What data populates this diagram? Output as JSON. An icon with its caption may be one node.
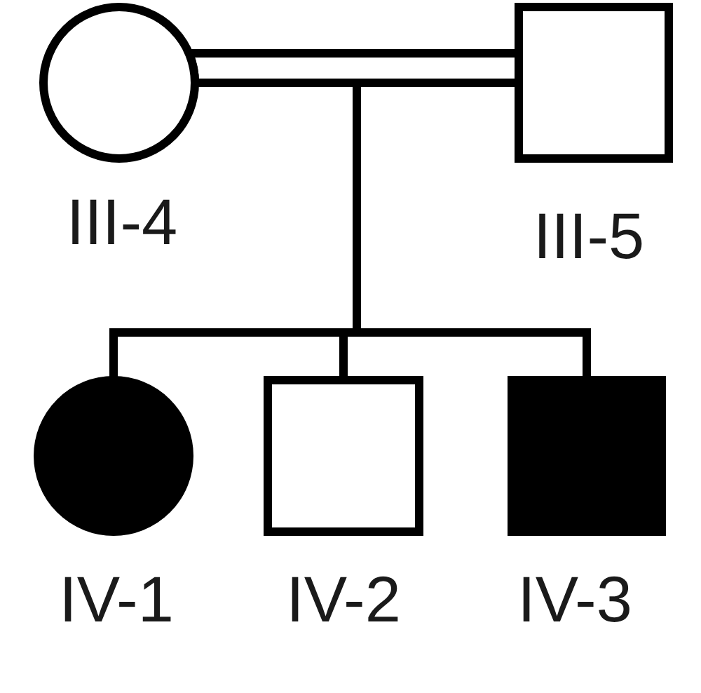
{
  "diagram": {
    "nodes": [
      {
        "text": [],
        "shape": "circle",
        "beside": [
          "III-4"
        ]
      },
      {
        "text": [],
        "shape": "square",
        "beside": [
          "III-5"
        ]
      },
      {
        "text": [],
        "shape": "circle",
        "beside": [
          "IV-1"
        ]
      },
      {
        "text": [],
        "shape": "square",
        "beside": [
          "IV-2"
        ]
      },
      {
        "text": [],
        "shape": "square",
        "beside": [
          "IV-3"
        ]
      }
    ],
    "edges": [
      {
        "from": 0,
        "to": 1,
        "arrow": "none"
      },
      {
        "from": 0,
        "to": 2,
        "arrow": "none"
      },
      {
        "from": 0,
        "to": 3,
        "arrow": "none"
      },
      {
        "from": 0,
        "to": 4,
        "arrow": "none"
      },
      {
        "from": 1,
        "to": 2,
        "arrow": "none"
      },
      {
        "from": 1,
        "to": 3,
        "arrow": "none"
      },
      {
        "from": 1,
        "to": 4,
        "arrow": "none"
      }
    ]
  }
}
